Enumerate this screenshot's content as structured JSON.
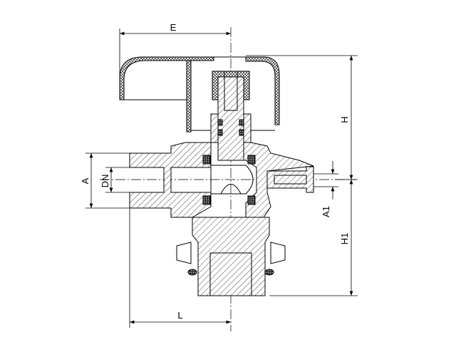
{
  "drawing": {
    "title": "Angle ball valve cross-section",
    "dimensions": {
      "E": "E",
      "H": "H",
      "H1": "H1",
      "A": "A",
      "DN": "DN",
      "A1": "A1",
      "L": "L"
    }
  }
}
